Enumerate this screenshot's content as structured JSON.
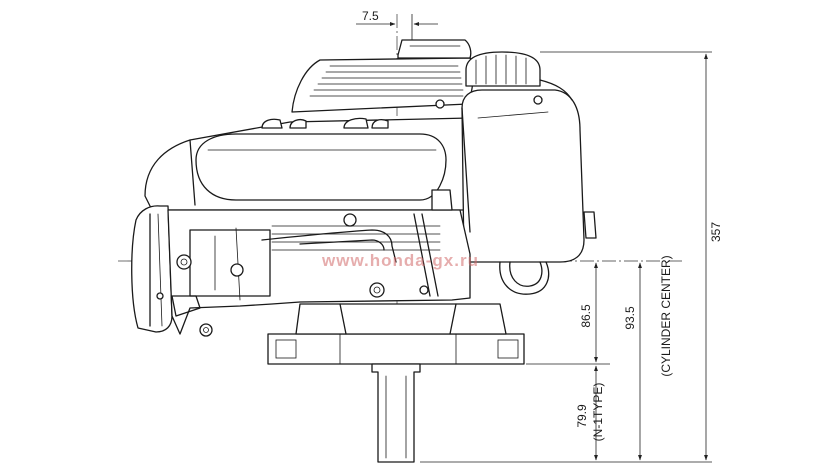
{
  "dimensions": {
    "top_offset": "7.5",
    "overall_height": "357",
    "cylinder_center_height": "93.5",
    "cylinder_center_label": "(CYLINDER CENTER)",
    "mount_to_axis": "86.5",
    "shaft_length": "79.9",
    "shaft_type_label": "(N-1TYPE)"
  },
  "watermark": "www.honda-gx.ru",
  "colors": {
    "line": "#1a1a1a",
    "watermark": "#d26a6a",
    "background": "#ffffff"
  }
}
